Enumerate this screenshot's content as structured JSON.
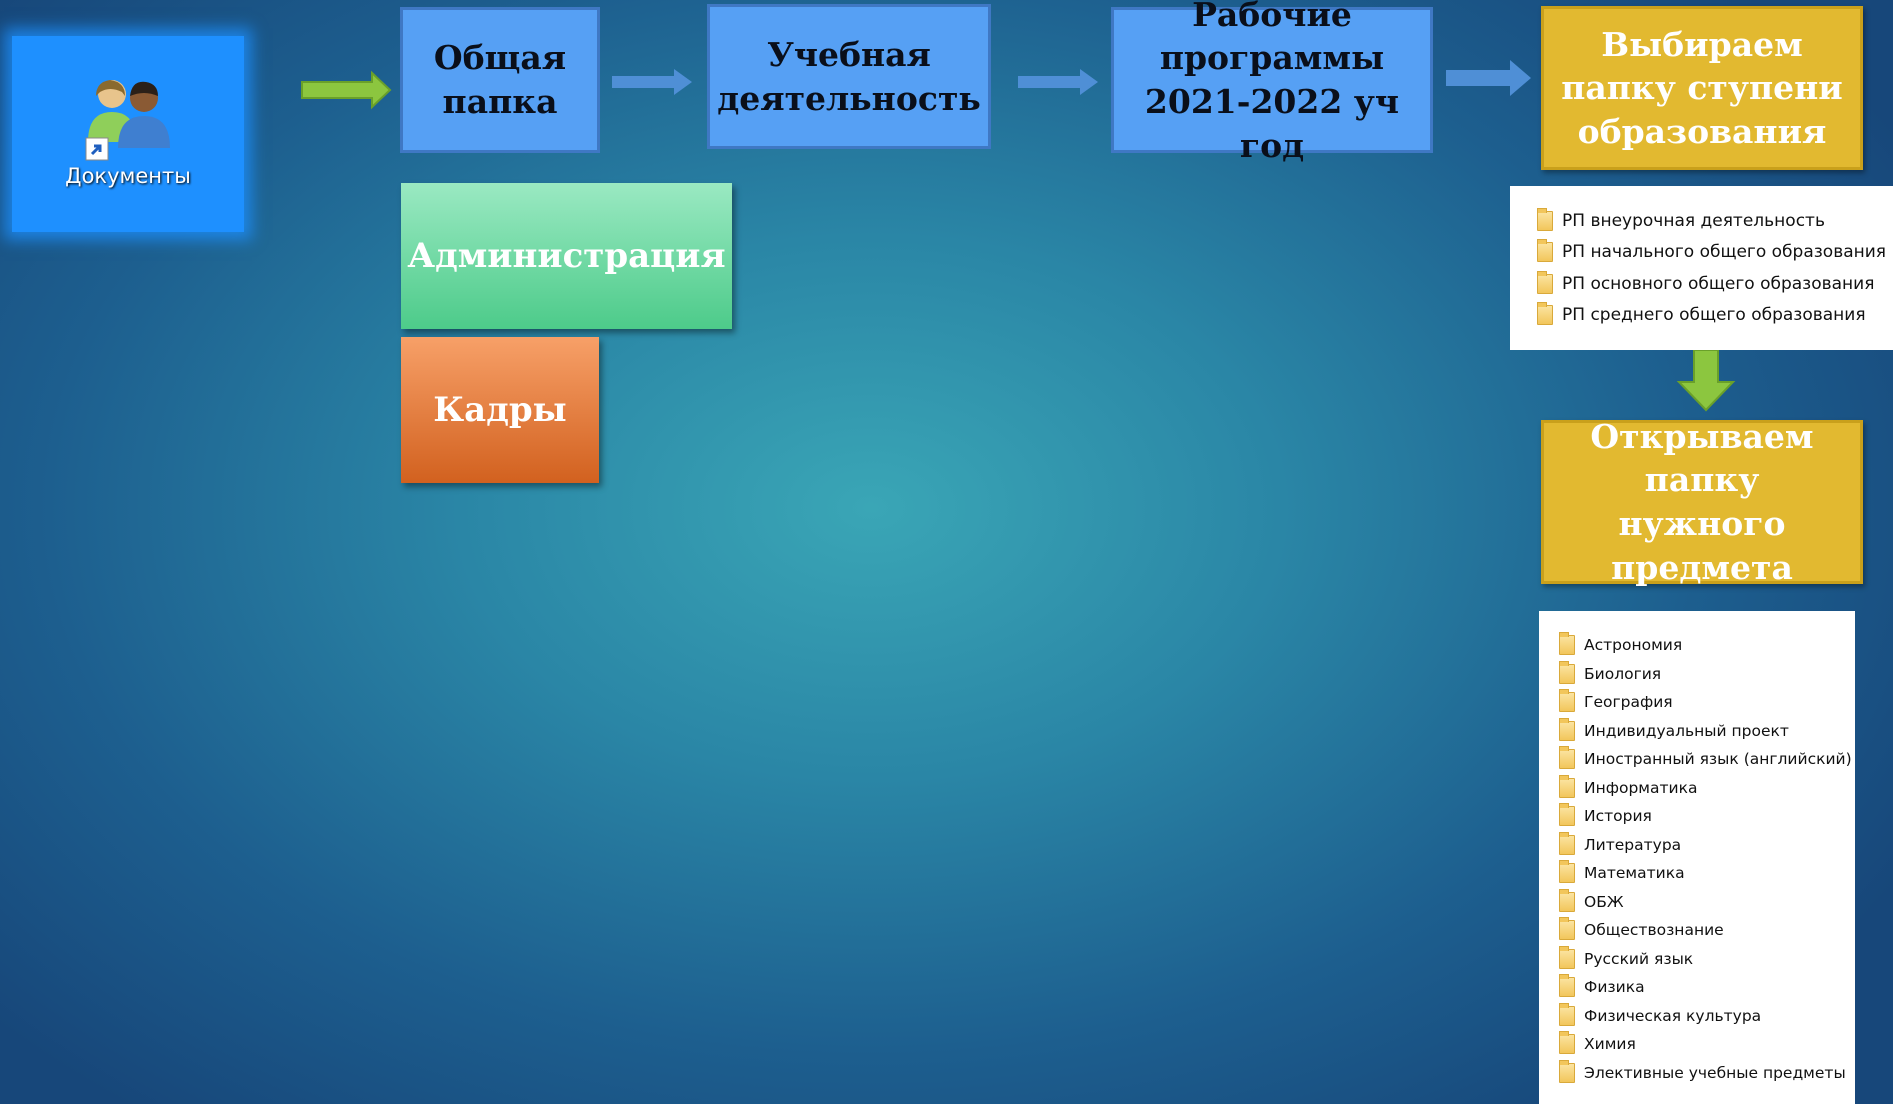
{
  "desktop_icon": {
    "label": "Документы",
    "icon": "users-shortcut-icon"
  },
  "steps": {
    "shared_folder": "Общая папка",
    "academic": "Учебная деятельность",
    "programs": "Рабочие программы 2021-2022 уч год",
    "choose_level": "Выбираем папку ступени образования",
    "open_subject": "Открываем папку нужного предмета"
  },
  "side_boxes": {
    "administration": "Администрация",
    "staff": "Кадры"
  },
  "level_folders": [
    "РП внеурочная деятельность",
    "РП начального общего образования",
    "РП основного общего образования",
    "РП среднего общего образования"
  ],
  "subject_folders": [
    "Астрономия",
    "Биология",
    "География",
    "Индивидуальный проект",
    "Иностранный язык (английский)",
    "Информатика",
    "История",
    "Литература",
    "Математика",
    "ОБЖ",
    "Обществознание",
    "Русский язык",
    "Физика",
    "Физическая культура",
    "Химия",
    "Элективные учебные предметы"
  ],
  "colors": {
    "step_blue": "#56a0f4",
    "step_yellow": "#e2b930",
    "admin_green": "#4dcb8a",
    "staff_orange": "#d2611f",
    "arrow_green": "#8cc63f",
    "arrow_blue": "#4f8fd6"
  }
}
